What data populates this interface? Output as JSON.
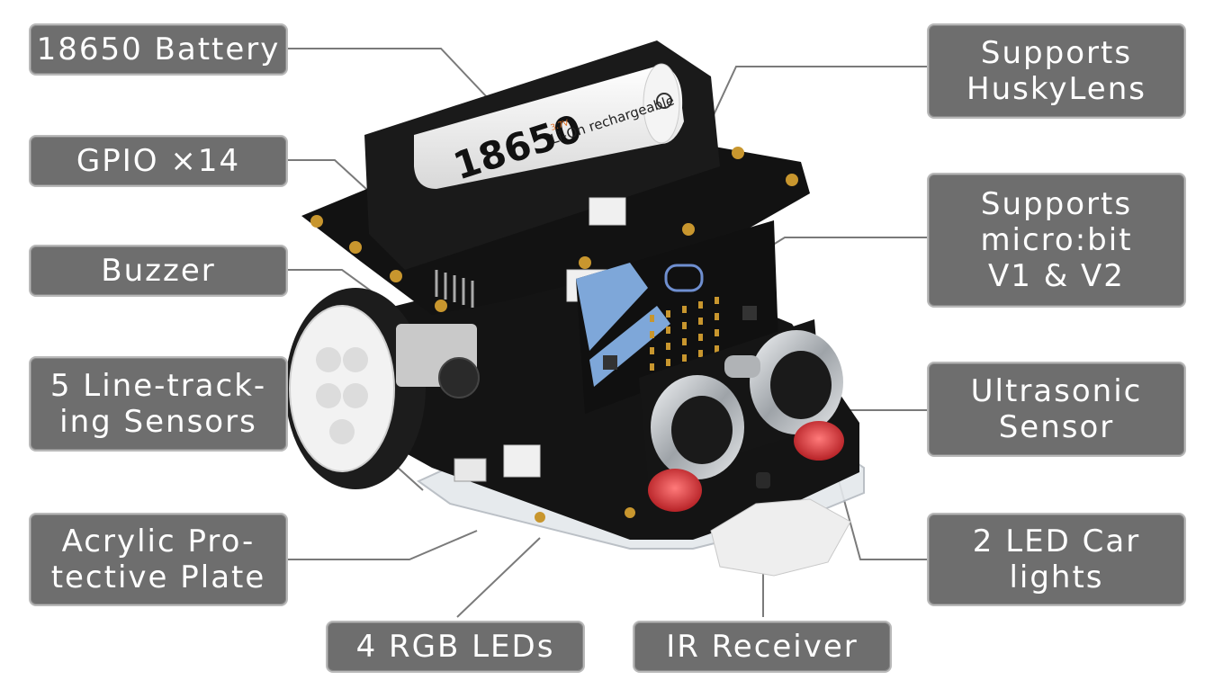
{
  "labels": {
    "battery": "18650 Battery",
    "gpio": "GPIO ×14",
    "buzzer": "Buzzer",
    "line_tracking": "5 Line-track-\ning Sensors",
    "acrylic": "Acrylic Pro-\ntective Plate",
    "rgb_leds": "4 RGB LEDs",
    "ir_receiver": "IR Receiver",
    "huskylens": "Supports\nHuskyLens",
    "microbit": "Supports\nmicro:bit\nV1 & V2",
    "ultrasonic": "Ultrasonic\nSensor",
    "car_lights": "2 LED Car\nlights"
  },
  "product_print": {
    "battery_model": "18650",
    "battery_voltage": "3.7V",
    "battery_text": "Li-On rechargeable"
  },
  "colors": {
    "label_bg": "#6e6e6e",
    "label_border": "#b9b9b9",
    "pcb": "#141414",
    "gold": "#c8962e",
    "wheel": "#f2f2f2",
    "tire": "#1c1c1c",
    "led_red": "#d7262b",
    "sensor_silver": "#c9ccd0",
    "microbit_blue": "#7ea7d9"
  }
}
